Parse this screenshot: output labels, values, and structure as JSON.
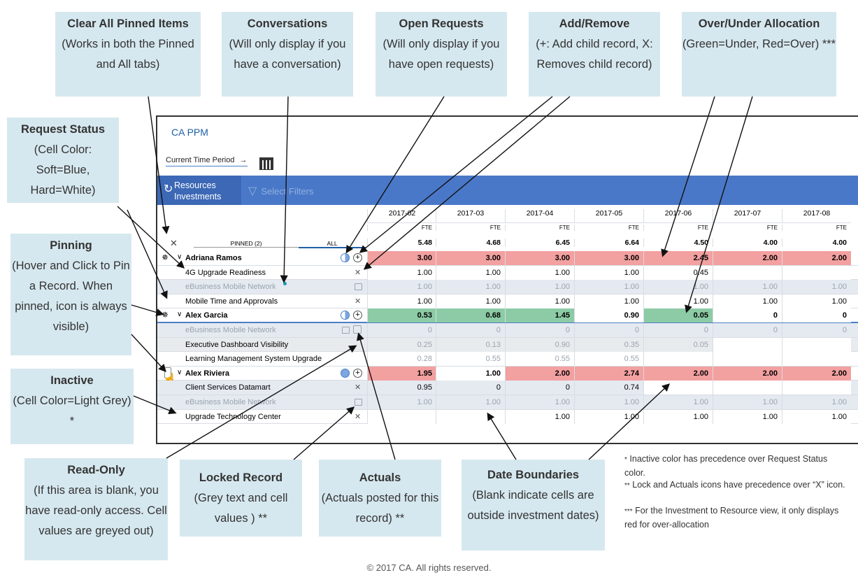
{
  "callouts": {
    "clear_pinned": {
      "title": "Clear All Pinned Items",
      "body": "(Works in both the Pinned and All tabs)"
    },
    "conversations": {
      "title": "Conversations",
      "body": "(Will only display if you have a conversation)"
    },
    "open_requests": {
      "title": "Open Requests",
      "body": "(Will only display if you have open requests)"
    },
    "add_remove": {
      "title": "Add/Remove",
      "body": "(+: Add child record, X: Removes child record)"
    },
    "over_under": {
      "title": "Over/Under Allocation",
      "body": "(Green=Under, Red=Over) ***"
    },
    "request_status": {
      "title": "Request Status",
      "body": "(Cell Color: Soft=Blue, Hard=White)"
    },
    "pinning": {
      "title": "Pinning",
      "body": "(Hover and Click to Pin a Record. When pinned, icon is always visible)"
    },
    "inactive": {
      "title": "Inactive",
      "body": "(Cell Color=Light Grey) *"
    },
    "read_only": {
      "title": "Read-Only",
      "body": "(If this area is blank, you have read-only access. Cell values are greyed out)"
    },
    "locked": {
      "title": "Locked Record",
      "body": "(Grey text and cell values ) **"
    },
    "actuals": {
      "title": "Actuals",
      "body": "(Actuals posted for this record) **"
    },
    "date_boundaries": {
      "title": "Date Boundaries",
      "body": "(Blank indicate cells are outside investment dates)"
    }
  },
  "footnotes": {
    "f1_mark": "*",
    "f1": "Inactive color has precedence over Request Status color.",
    "f2_mark": "**",
    "f2": "Lock and Actuals icons have precedence over “X” icon.",
    "f3_mark": "***",
    "f3": "For the Investment to Resource view, it only displays red for over-allocation"
  },
  "copyright": "© 2017 CA. All rights reserved.",
  "app": {
    "title": "CA PPM",
    "time_period": "Current Time Period",
    "tab_resources": "Resources",
    "tab_investments": "Investments",
    "filters": "Select Filters",
    "pinned_tab": "PINNED (2)",
    "all_tab": "ALL",
    "unit": "FTE",
    "periods": [
      "2017-02",
      "2017-03",
      "2017-04",
      "2017-05",
      "2017-06",
      "2017-07",
      "2017-08"
    ],
    "totals": [
      "5.48",
      "4.68",
      "6.45",
      "6.64",
      "4.50",
      "4.00",
      "4.00"
    ],
    "rows": [
      {
        "name": "Adriana Ramos",
        "values": [
          "3.00",
          "3.00",
          "3.00",
          "3.00",
          "2.45",
          "2.00",
          "2.00"
        ]
      },
      {
        "name": "4G Upgrade Readiness",
        "values": [
          "1.00",
          "1.00",
          "1.00",
          "1.00",
          "0.45",
          "",
          ""
        ]
      },
      {
        "name": "eBusiness Mobile Network",
        "values": [
          "1.00",
          "1.00",
          "1.00",
          "1.00",
          "1.00",
          "1.00",
          "1.00"
        ]
      },
      {
        "name": "Mobile Time and Approvals",
        "values": [
          "1.00",
          "1.00",
          "1.00",
          "1.00",
          "1.00",
          "1.00",
          "1.00"
        ]
      },
      {
        "name": "Alex Garcia",
        "values": [
          "0.53",
          "0.68",
          "1.45",
          "0.90",
          "0.05",
          "0",
          "0"
        ]
      },
      {
        "name": "eBusiness Mobile Network",
        "values": [
          "0",
          "0",
          "0",
          "0",
          "0",
          "0",
          "0"
        ]
      },
      {
        "name": "Executive Dashboard Visibility",
        "values": [
          "0.25",
          "0.13",
          "0.90",
          "0.35",
          "0.05",
          "",
          ""
        ]
      },
      {
        "name": "Learning Management System Upgrade",
        "values": [
          "0.28",
          "0.55",
          "0.55",
          "0.55",
          "",
          "",
          ""
        ]
      },
      {
        "name": "Alex Riviera",
        "values": [
          "1.95",
          "1.00",
          "2.00",
          "2.74",
          "2.00",
          "2.00",
          "2.00"
        ]
      },
      {
        "name": "Client Services Datamart",
        "values": [
          "0.95",
          "0",
          "0",
          "0.74",
          "",
          "",
          ""
        ]
      },
      {
        "name": "eBusiness Mobile Network",
        "values": [
          "1.00",
          "1.00",
          "1.00",
          "1.00",
          "1.00",
          "1.00",
          "1.00"
        ]
      },
      {
        "name": "Upgrade Technology Center",
        "values": [
          "",
          "",
          "1.00",
          "1.00",
          "1.00",
          "1.00",
          "1.00"
        ]
      }
    ]
  }
}
